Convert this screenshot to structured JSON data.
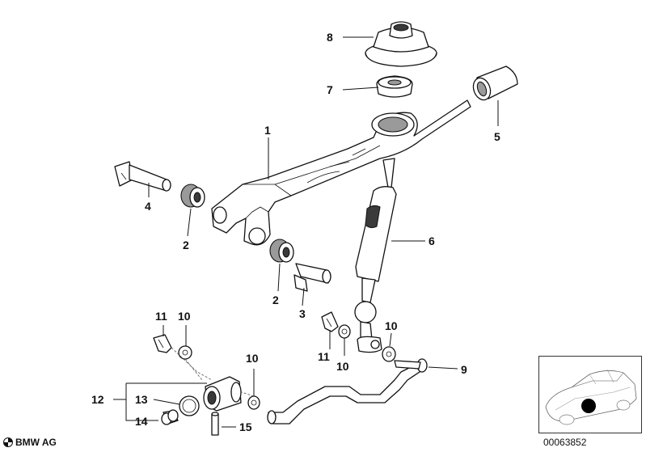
{
  "labels": {
    "l1": "1",
    "l2a": "2",
    "l2b": "2",
    "l3": "3",
    "l4": "4",
    "l5": "5",
    "l6": "6",
    "l7": "7",
    "l8": "8",
    "l9": "9",
    "l10a": "10",
    "l10b": "10",
    "l10c": "10",
    "l10d": "10",
    "l11a": "11",
    "l11b": "11",
    "l12": "12",
    "l13": "13",
    "l14": "14",
    "l15": "15"
  },
  "footer": {
    "brand": "BMW AG",
    "code": "00063852"
  },
  "icons": {
    "brand_logo": "bmw-roundel-icon",
    "locator": "car-locator-icon"
  }
}
